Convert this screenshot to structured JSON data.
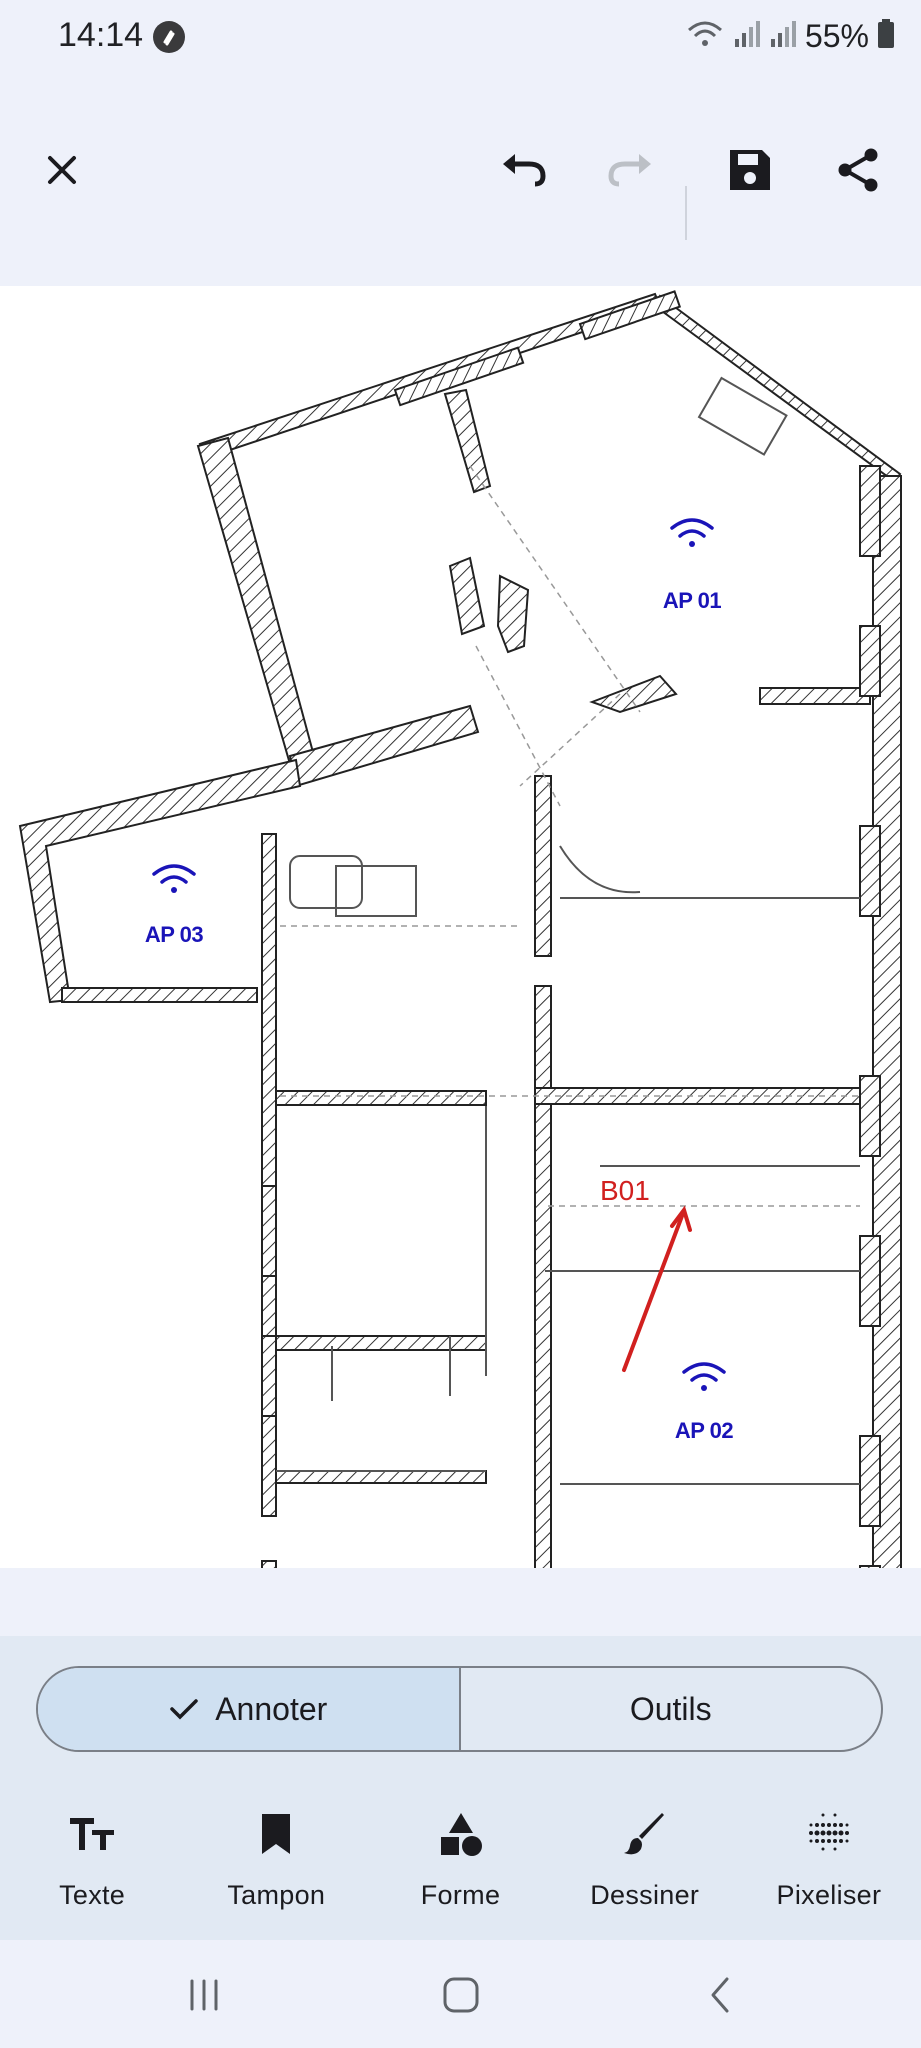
{
  "status_bar": {
    "time": "14:14",
    "battery": "55%",
    "icons": [
      "shazam-icon",
      "wifi-icon",
      "signal-icon",
      "signal-icon",
      "battery-icon"
    ]
  },
  "toolbar": {
    "close_icon": "close-icon",
    "undo_icon": "undo-icon",
    "redo_icon": "redo-icon",
    "redo_enabled": false,
    "save_icon": "save-icon",
    "share_icon": "share-icon"
  },
  "floor_plan": {
    "access_points": [
      {
        "label": "AP 01"
      },
      {
        "label": "AP 02"
      },
      {
        "label": "AP 03"
      }
    ],
    "annotation": {
      "label": "B01",
      "color": "#d1201f"
    },
    "ap_color": "#1a14b8"
  },
  "mode_toggle": {
    "options": [
      {
        "label": "Annoter",
        "selected": true
      },
      {
        "label": "Outils",
        "selected": false
      }
    ]
  },
  "tools": [
    {
      "label": "Texte",
      "icon": "text-icon"
    },
    {
      "label": "Tampon",
      "icon": "bookmark-icon"
    },
    {
      "label": "Forme",
      "icon": "shapes-icon"
    },
    {
      "label": "Dessiner",
      "icon": "brush-icon"
    },
    {
      "label": "Pixeliser",
      "icon": "pixelate-icon"
    }
  ],
  "nav_bar": {
    "icons": [
      "recent-apps-icon",
      "home-icon",
      "back-icon"
    ]
  },
  "colors": {
    "accent": "#cfe0f1",
    "panel": "#e1e9f3",
    "background": "#eef1fa"
  }
}
